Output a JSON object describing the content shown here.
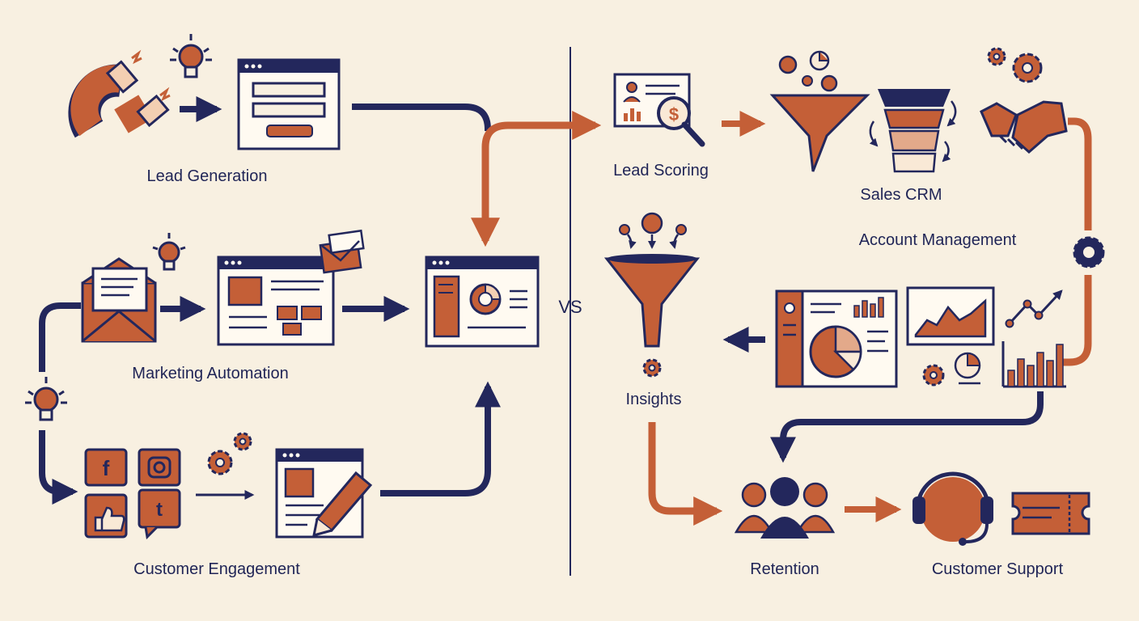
{
  "colors": {
    "background": "#f8f0e1",
    "navy": "#23275c",
    "orange": "#c45f37",
    "light_orange": "#e3a98a",
    "pale": "#f9e9d6",
    "white": "#fffaf1"
  },
  "left": {
    "lead_generation": "Lead Generation",
    "marketing_automation": "Marketing Automation",
    "customer_engagement": "Customer Engagement"
  },
  "divider": {
    "vs": "VS"
  },
  "right": {
    "lead_scoring": "Lead Scoring",
    "sales_crm": "Sales CRM",
    "account_management": "Account Management",
    "insights": "Insights",
    "retention": "Retention",
    "customer_support": "Customer Support"
  },
  "icons": {
    "social": [
      "f",
      "t"
    ],
    "search_symbol": "$"
  }
}
